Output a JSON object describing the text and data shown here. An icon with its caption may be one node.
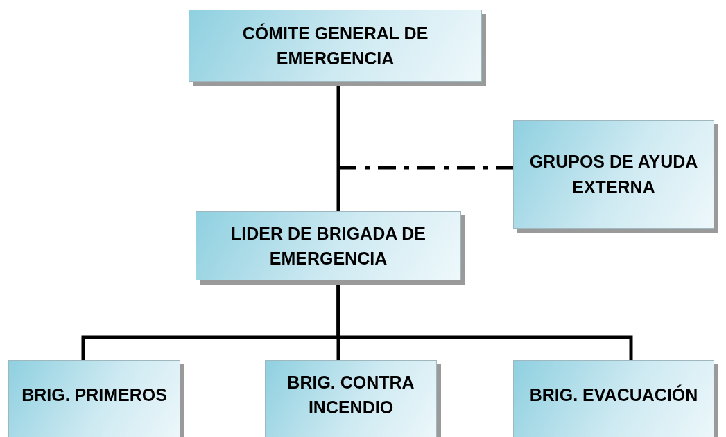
{
  "diagram": {
    "nodes": [
      {
        "text": [
          "CÓMITE GENERAL DE EMERGENCIA"
        ]
      },
      {
        "text": [
          "GRUPOS DE AYUDA EXTERNA"
        ]
      },
      {
        "text": [
          "LIDER DE BRIGADA DE EMERGENCIA"
        ]
      },
      {
        "text": [
          "BRIG. PRIMEROS"
        ]
      },
      {
        "text": [
          "BRIG. CONTRA INCENDIO"
        ]
      },
      {
        "text": [
          "BRIG. EVACUACIÓN"
        ]
      }
    ],
    "edges": [
      {
        "from": 0,
        "to": 2,
        "arrow": "none"
      },
      {
        "from": null,
        "to": 1,
        "arrow": "none",
        "style": "dashed"
      },
      {
        "from": 2,
        "to": 3,
        "arrow": "none"
      },
      {
        "from": 2,
        "to": 4,
        "arrow": "none"
      },
      {
        "from": 2,
        "to": 5,
        "arrow": "none"
      }
    ]
  }
}
